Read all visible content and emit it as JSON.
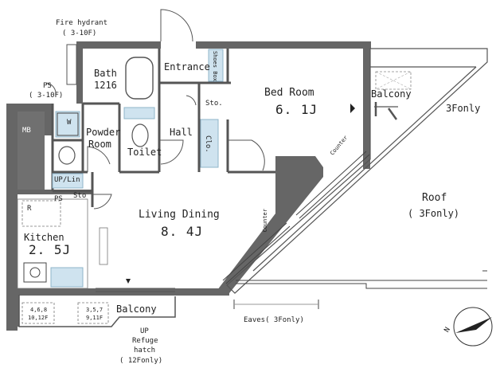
{
  "labels": {
    "fire_hydrant": "Fire hydrant",
    "fire_hydrant_floors": "( 3-10F)",
    "ps_top": "PS",
    "ps_top_floors": "( 3-10F)",
    "mb": "MB",
    "bath": "Bath",
    "bath_size": "1216",
    "entrance": "Entrance",
    "shoes_box": "Shoes Box",
    "bed_room": "Bed Room",
    "bed_room_size": "6. 1J",
    "sto_top": "Sto.",
    "clo": "Clo.",
    "hall": "Hall",
    "powder_room_1": "Powder",
    "powder_room_2": "Room",
    "toilet": "Toilet",
    "w_mark": "W",
    "up_lin": "UP/Lin",
    "ps_mid": "PS",
    "sto_mid": "Sto",
    "balcony_right": "Balcony",
    "balcony_right_floors": "3Fonly",
    "counter_bed": "Counter",
    "roof": "Roof",
    "roof_floors": "( 3Fonly)",
    "living_dining": "Living Dining",
    "living_dining_size": "8. 4J",
    "counter_ld": "Counter",
    "fridge_mark": "R",
    "kitchen": "Kitchen",
    "kitchen_size": "2. 5J",
    "balcony_bottom": "Balcony",
    "hatch_left_1": "4,6,8",
    "hatch_left_2": "10,12F",
    "hatch_right_1": "3,5,7",
    "hatch_right_2": "9,11F",
    "up": "UP",
    "refuge_1": "Refuge",
    "refuge_2": "hatch",
    "refuge_3": "( 12Fonly)",
    "eaves": "Eaves( 3Fonly)",
    "north_mark": "N"
  },
  "colors": {
    "wall": "#666666",
    "wall_light": "#8a8a8a",
    "fixture_fill": "#cfe3ef",
    "fixture_stroke": "#8fb4ca",
    "line": "#555555",
    "thin": "#999999"
  }
}
